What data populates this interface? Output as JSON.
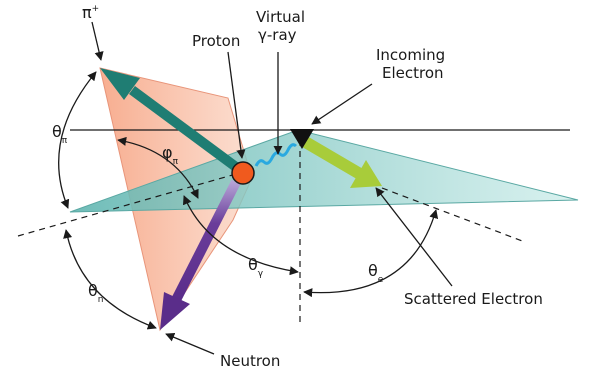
{
  "labels": {
    "pi_plus": "π",
    "pi_plus_sup": "+",
    "proton": "Proton",
    "virtual_line1": "Virtual",
    "virtual_line2": "γ-ray",
    "incoming_line1": "Incoming",
    "incoming_line2": "Electron",
    "scattered": "Scattered Electron",
    "neutron": "Neutron"
  },
  "angles": {
    "theta_pi": {
      "symbol": "θ",
      "sub": "π"
    },
    "phi_pi": {
      "symbol": "φ",
      "sub": "π"
    },
    "theta_gamma": {
      "symbol": "θ",
      "sub": "γ"
    },
    "theta_n": {
      "symbol": "θ",
      "sub": "n"
    },
    "theta_e": {
      "symbol": "θ",
      "sub": "e"
    }
  },
  "colors": {
    "hadron_plane": "#f6b79e",
    "lepton_plane": "#7ec9c4",
    "pion_arrow": "#1f7d73",
    "neutron_arrow": "#6a3d9a",
    "scattered_arrow": "#a8cc3a",
    "proton": "#f05a1e",
    "photon": "#29a9e0"
  }
}
